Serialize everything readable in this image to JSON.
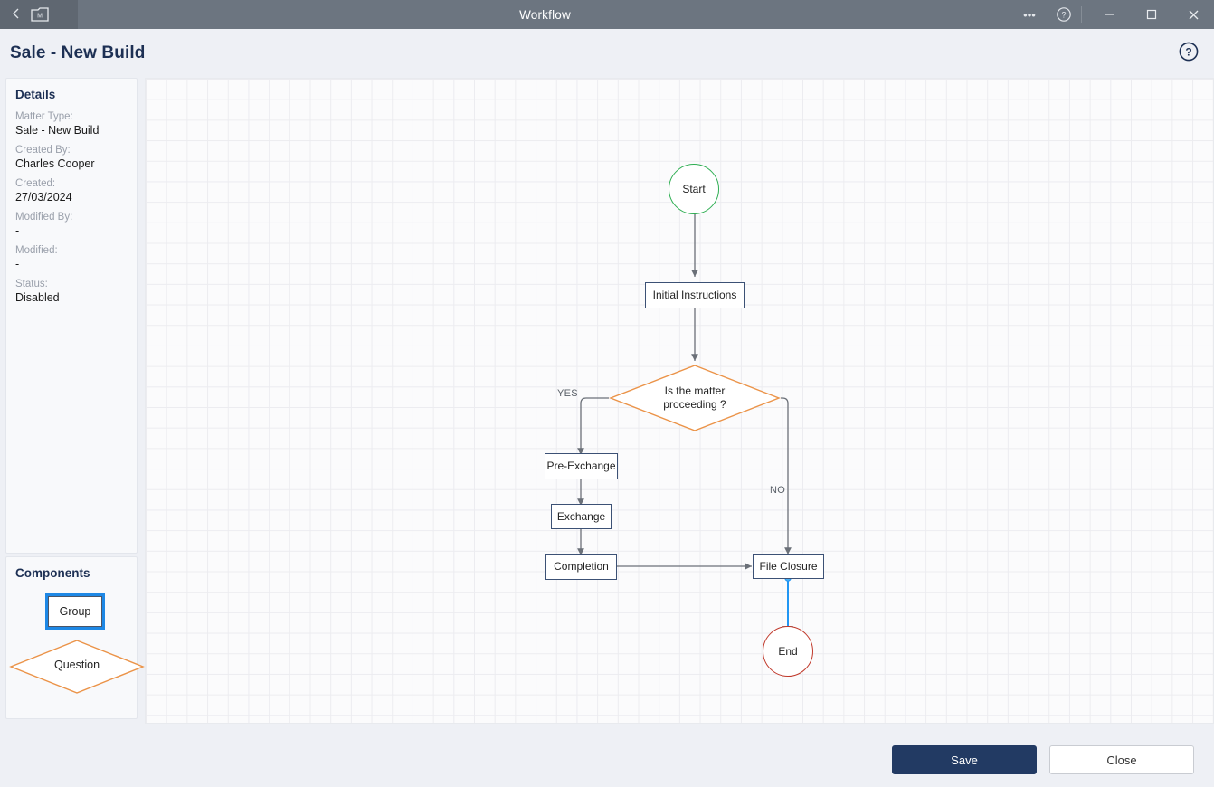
{
  "titlebar": {
    "back_icon": "chevron-left-icon",
    "app_icon": "matter-folder-icon",
    "title": "Workflow",
    "more_label": "•••",
    "help_icon": "help-circle-icon",
    "minimize_label": "─",
    "maximize_label": "□",
    "close_label": "✕"
  },
  "header": {
    "title": "Sale - New Build",
    "help_icon": "help-circle-icon"
  },
  "sidebar": {
    "details": {
      "title": "Details",
      "fields": [
        {
          "label": "Matter Type:",
          "value": "Sale - New Build"
        },
        {
          "label": "Created By:",
          "value": "Charles Cooper"
        },
        {
          "label": "Created:",
          "value": "27/03/2024"
        },
        {
          "label": "Modified By:",
          "value": "-"
        },
        {
          "label": "Modified:",
          "value": "-"
        },
        {
          "label": "Status:",
          "value": "Disabled"
        }
      ]
    },
    "components": {
      "title": "Components",
      "group_label": "Group",
      "question_label": "Question"
    }
  },
  "flow": {
    "nodes": [
      {
        "id": "start",
        "label": "Start",
        "shape": "circle"
      },
      {
        "id": "initial",
        "label": "Initial Instructions",
        "shape": "box"
      },
      {
        "id": "decision",
        "label": "Is the matter\nproceeding ?",
        "shape": "diamond"
      },
      {
        "id": "pre",
        "label": "Pre-Exchange",
        "shape": "box"
      },
      {
        "id": "exch",
        "label": "Exchange",
        "shape": "box"
      },
      {
        "id": "comp",
        "label": "Completion",
        "shape": "box"
      },
      {
        "id": "file",
        "label": "File Closure",
        "shape": "box"
      },
      {
        "id": "end",
        "label": "End",
        "shape": "circle"
      }
    ],
    "edge_labels": {
      "yes": "YES",
      "no": "NO"
    }
  },
  "footer": {
    "save_label": "Save",
    "close_label": "Close"
  },
  "colors": {
    "titlebar": "#6c7580",
    "header_bg": "#eef0f5",
    "brand_navy": "#1d3054",
    "node_border": "#3c5175",
    "decision_orange": "#eb9348",
    "start_green": "#2eae52",
    "end_red": "#c0392b",
    "connector_gray": "#6b7078",
    "selected_blue": "#2196f3",
    "save_bg": "#223a63"
  }
}
